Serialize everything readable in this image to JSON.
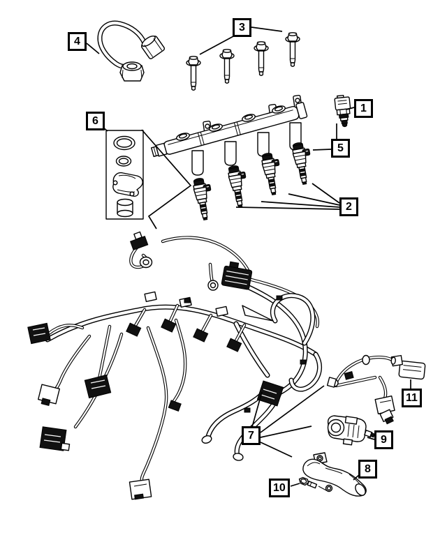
{
  "diagram": {
    "type": "exploded-parts-diagram",
    "colors": {
      "background": "#ffffff",
      "line": "#000000",
      "connector_fill": "#111111"
    },
    "callouts": {
      "c1": {
        "label": "1"
      },
      "c2": {
        "label": "2"
      },
      "c3": {
        "label": "3"
      },
      "c4": {
        "label": "4"
      },
      "c5": {
        "label": "5"
      },
      "c6": {
        "label": "6"
      },
      "c7": {
        "label": "7"
      },
      "c8": {
        "label": "8"
      },
      "c9": {
        "label": "9"
      },
      "c10": {
        "label": "10"
      },
      "c11": {
        "label": "11"
      }
    }
  }
}
